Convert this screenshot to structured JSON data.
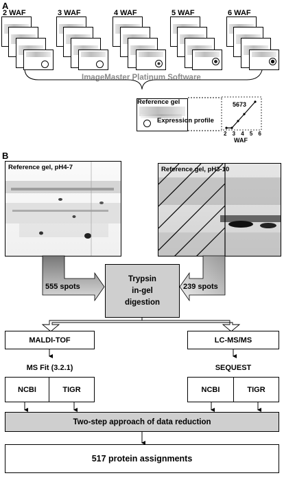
{
  "panel_a": {
    "label": "A",
    "timepoints": [
      "2 WAF",
      "3 WAF",
      "4 WAF",
      "5 WAF",
      "6 WAF"
    ],
    "software": "ImageMaster Platinum Software",
    "reference_gel": "Reference gel",
    "expression_profile": "Expression profile",
    "spot_id": "5673",
    "x_axis_ticks": [
      "2",
      "3",
      "4",
      "5",
      "6"
    ],
    "x_axis_label": "WAF"
  },
  "panel_b": {
    "label": "B",
    "gel_left": "Reference gel, pH4-7",
    "gel_right": "Reference gel, pH3-10",
    "spots_left": "555 spots",
    "spots_right": "239 spots",
    "trypsin_line1": "Trypsin",
    "trypsin_line2": "in-gel",
    "trypsin_line3": "digestion",
    "maldi": "MALDI-TOF",
    "lcms": "LC-MS/MS",
    "msfit": "MS Fit (3.2.1)",
    "sequest": "SEQUEST",
    "ncbi_left": "NCBI",
    "tigr_left": "TIGR",
    "ncbi_right": "NCBI",
    "tigr_right": "TIGR",
    "reduction": "Two-step approach of data reduction",
    "result": "517 protein assignments"
  }
}
